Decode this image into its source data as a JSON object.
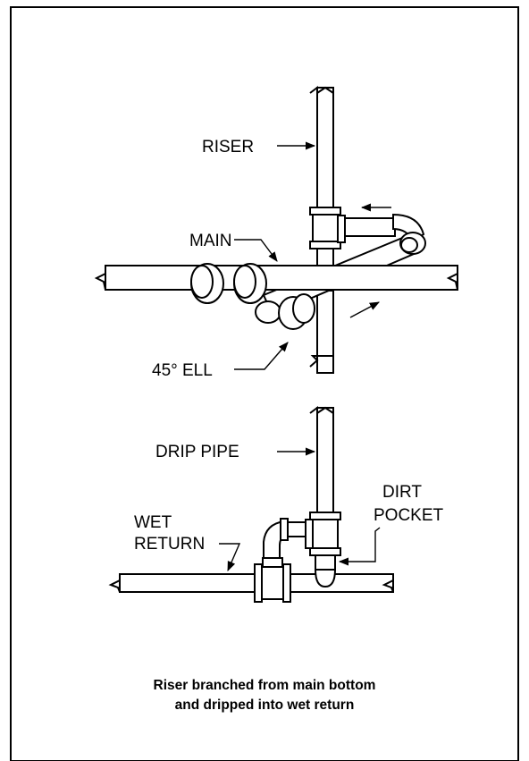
{
  "labels": {
    "riser": "RISER",
    "main": "MAIN",
    "ell": "45° ELL",
    "drip_pipe": "DRIP PIPE",
    "dirt": "DIRT",
    "pocket": "POCKET",
    "wet": "WET",
    "return": "RETURN"
  },
  "caption": {
    "line1": "Riser branched from main bottom",
    "line2": "and dripped into wet return"
  }
}
